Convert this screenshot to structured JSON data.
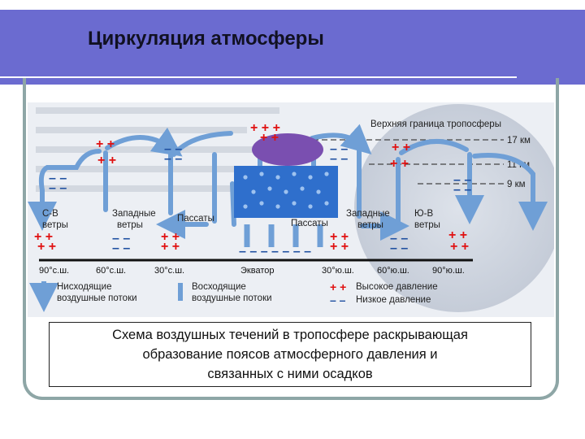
{
  "title": "Циркуляция атмосферы",
  "diagram": {
    "tropopause_label": "Верхняя граница тропосферы",
    "altitudes": [
      "17 км",
      "11 км",
      "9 км"
    ],
    "wind_labels": {
      "sv": [
        "С-В",
        "ветры"
      ],
      "west_n": [
        "Западные",
        "ветры"
      ],
      "trade_n": "Пассаты",
      "trade_s": "Пассаты",
      "west_s": [
        "Западные",
        "ветры"
      ],
      "yv": [
        "Ю-В",
        "ветры"
      ]
    },
    "latitudes": [
      "90°с.ш.",
      "60°с.ш.",
      "30°с.ш.",
      "Экватор",
      "30°ю.ш.",
      "60°ю.ш.",
      "90°ю.ш."
    ],
    "legend": {
      "descending": [
        "Нисходящие",
        "воздушные потоки"
      ],
      "ascending": [
        "Восходящие",
        "воздушные потоки"
      ],
      "high": "Высокое давление",
      "low": "Низкое давление"
    },
    "colors": {
      "arrow": "#6f9fd6",
      "high": "#e01010",
      "low": "#1e4fa0",
      "rain": "#2f6fcc",
      "cloud": "#7a4fb0"
    }
  },
  "caption": [
    "Схема воздушных течений в тропосфере раскрывающая",
    "образование поясов атмосферного давления и",
    "связанных с ними осадков"
  ]
}
